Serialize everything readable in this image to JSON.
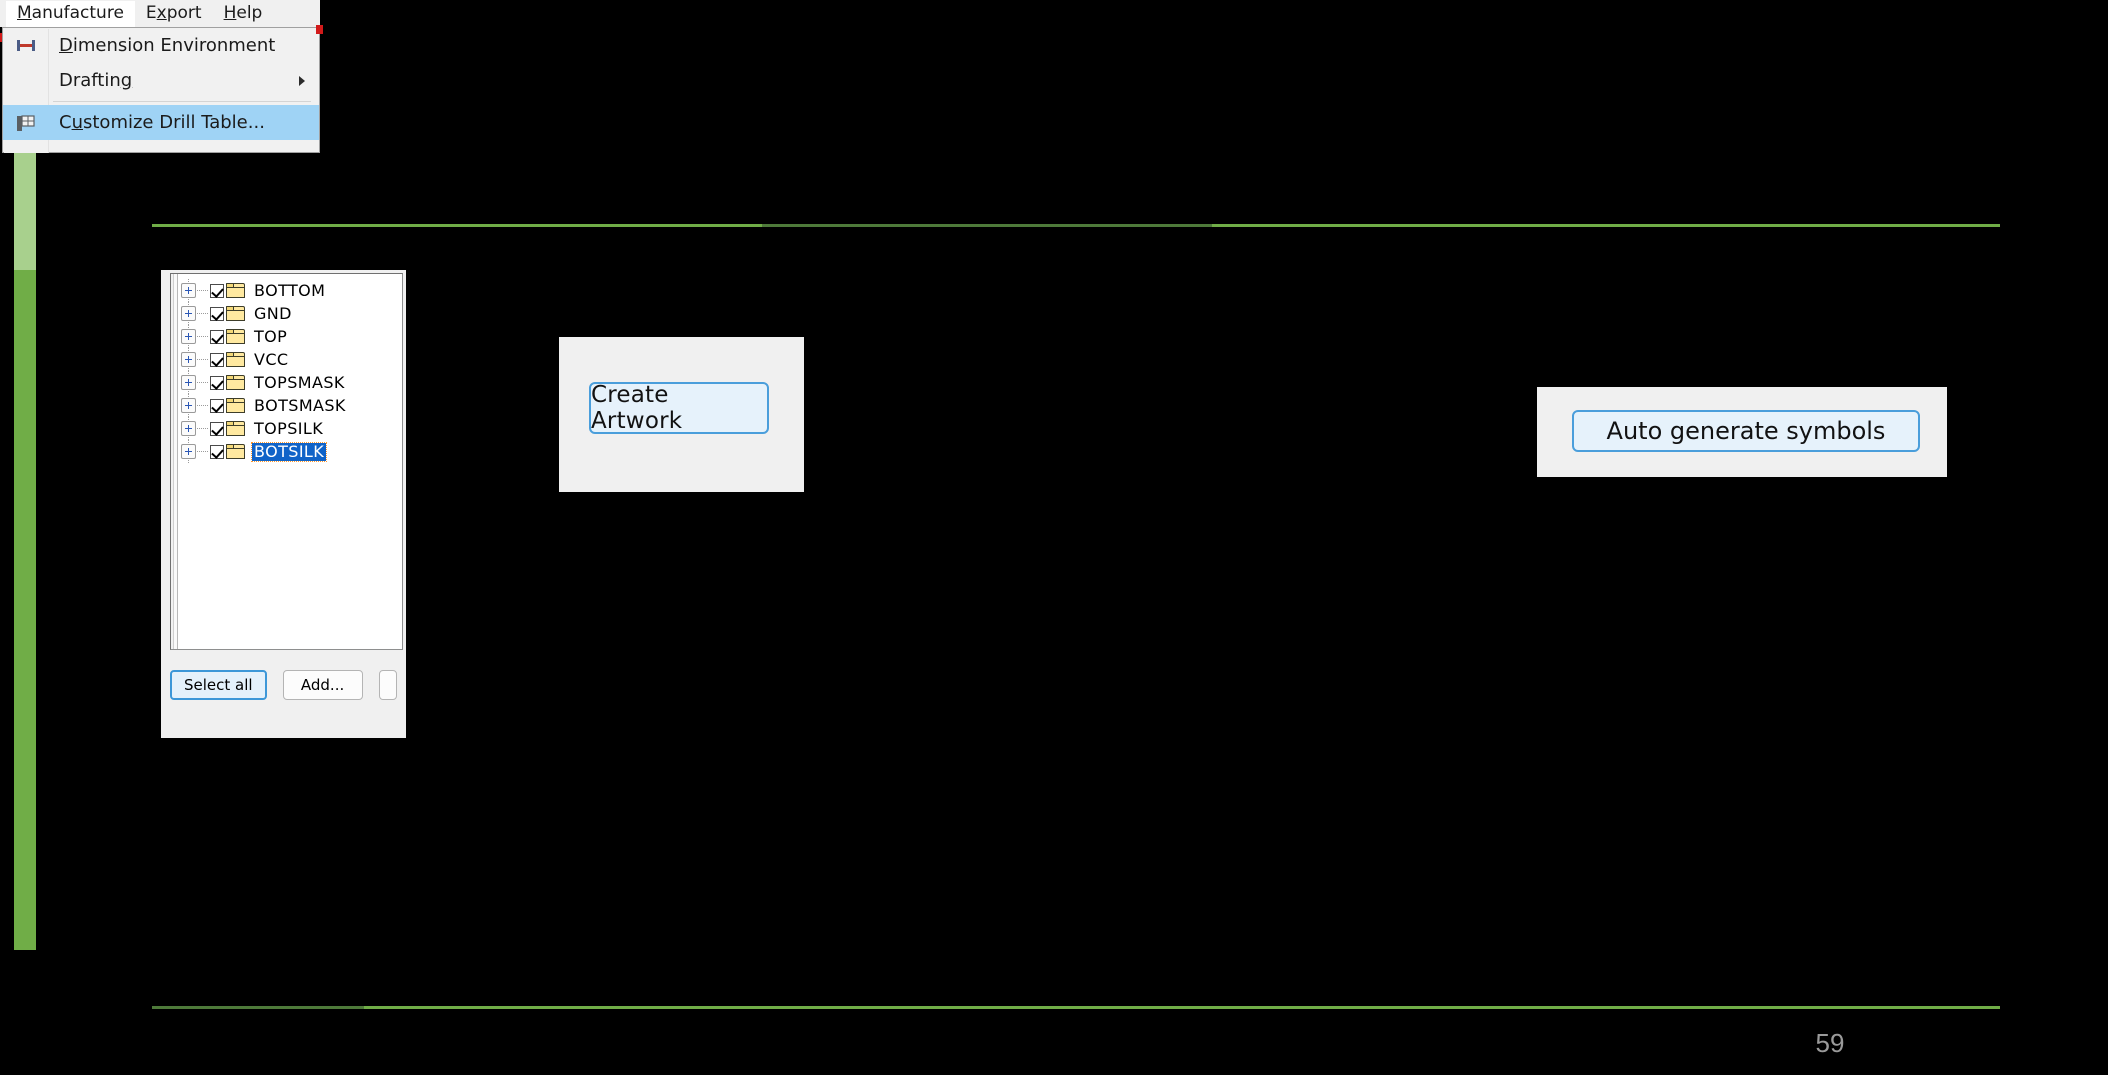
{
  "slide": {
    "page_number": "59",
    "accent_color_light": "#a8d08d",
    "accent_color_dark": "#70ad47",
    "rule_color": "#70ad47",
    "background": "#000000"
  },
  "layer_dialog": {
    "name": "layer-selection-dialog",
    "tree_items": [
      {
        "label": "BOTTOM",
        "checked": true,
        "expandable": true,
        "selected": false
      },
      {
        "label": "GND",
        "checked": true,
        "expandable": true,
        "selected": false
      },
      {
        "label": "TOP",
        "checked": true,
        "expandable": true,
        "selected": false
      },
      {
        "label": "VCC",
        "checked": true,
        "expandable": true,
        "selected": false
      },
      {
        "label": "TOPSMASK",
        "checked": true,
        "expandable": true,
        "selected": false
      },
      {
        "label": "BOTSMASK",
        "checked": true,
        "expandable": true,
        "selected": false
      },
      {
        "label": "TOPSILK",
        "checked": true,
        "expandable": true,
        "selected": false
      },
      {
        "label": "BOTSILK",
        "checked": true,
        "expandable": true,
        "selected": true
      }
    ],
    "buttons": {
      "select_all": "Select all",
      "add": "Add...",
      "third_clipped": ""
    },
    "selection_color": "#1063c8",
    "focus_color": "#3c97d8"
  },
  "create_artwork": {
    "button_label": "Create Artwork"
  },
  "manufacture_menu": {
    "menubar": [
      {
        "label": "Manufacture",
        "mnemonic_index": 0,
        "active": true
      },
      {
        "label": "Export",
        "mnemonic_index": 1,
        "active": false
      },
      {
        "label": "Help",
        "mnemonic_index": 0,
        "active": false
      }
    ],
    "items": [
      {
        "label": "Dimension Environment",
        "mnemonic_index": 0,
        "icon": "dimension-icon",
        "highlighted": false,
        "submenu": false
      },
      {
        "label": "Drafting",
        "mnemonic_index": 7,
        "icon": "",
        "highlighted": false,
        "submenu": true
      },
      {
        "label": "Customize Drill Table...",
        "mnemonic_index": 1,
        "icon": "drill-table-icon",
        "highlighted": true,
        "submenu": false
      }
    ],
    "highlight_color": "#9fd3f5"
  },
  "auto_symbols": {
    "button_label": "Auto generate symbols"
  }
}
